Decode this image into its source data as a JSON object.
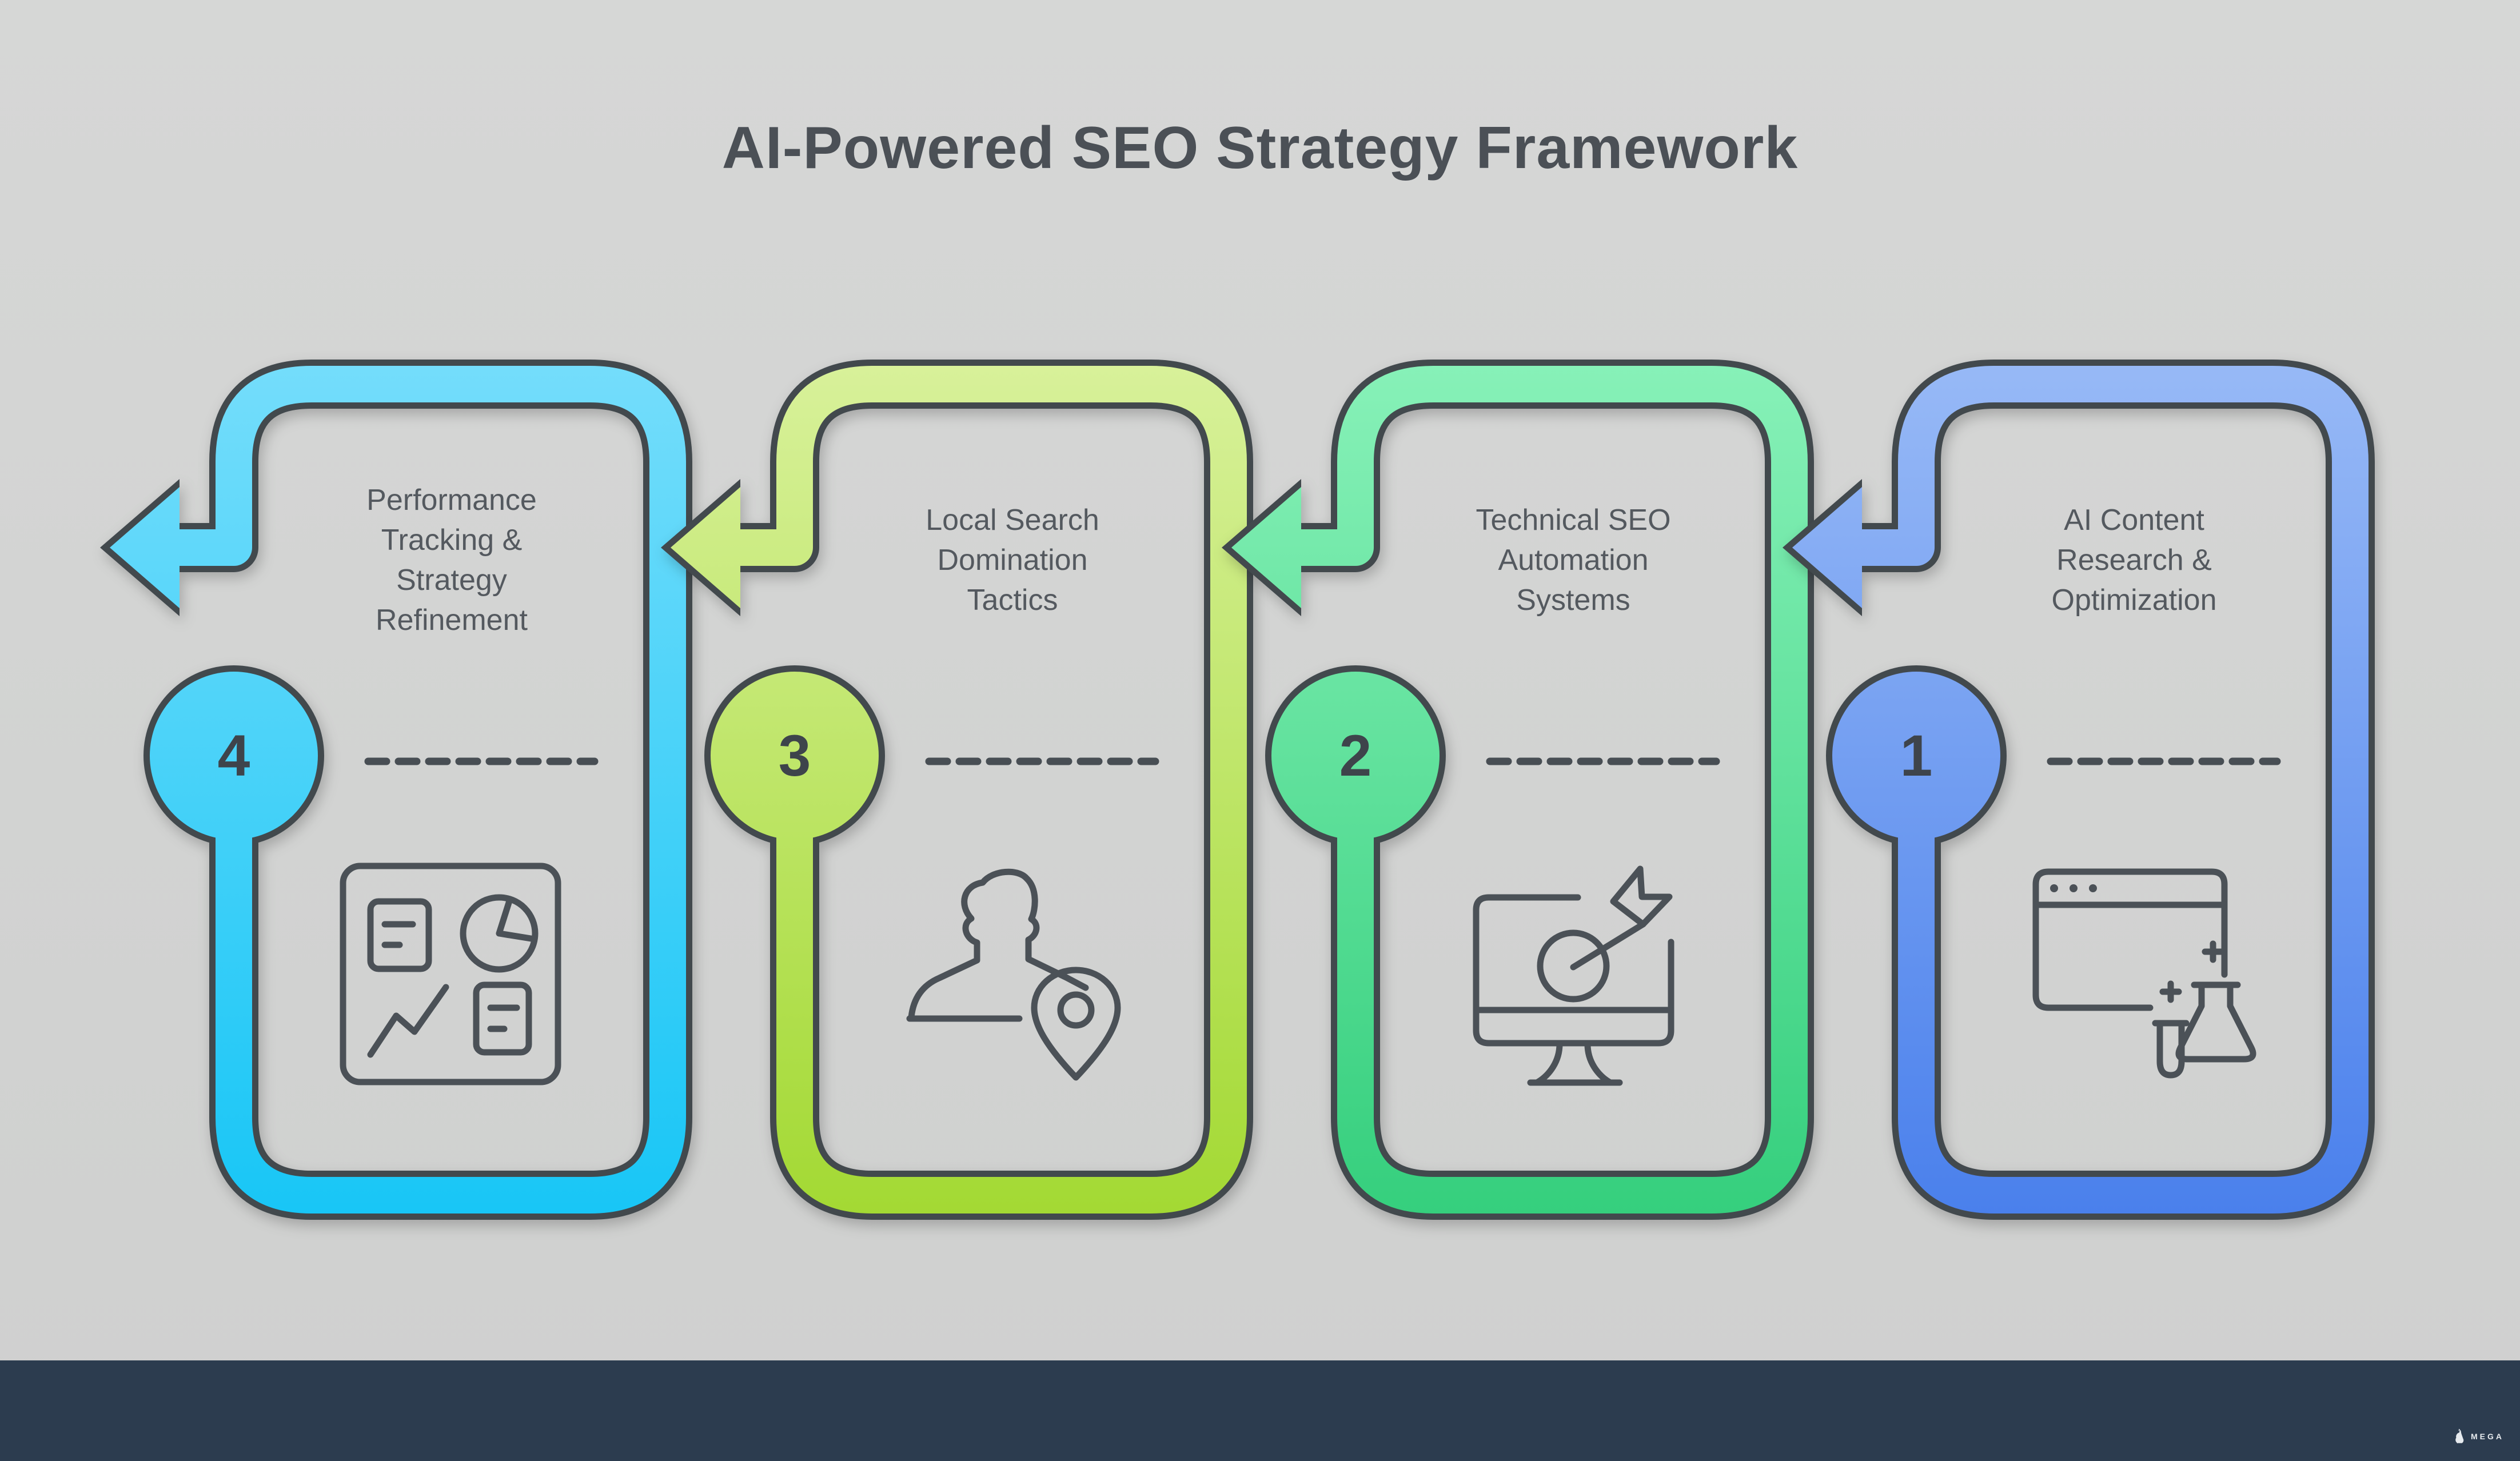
{
  "header": {
    "title": "AI-Powered SEO Strategy Framework"
  },
  "cards": [
    {
      "number": "4",
      "title": "Performance\nTracking &\nStrategy\nRefinement",
      "color_top": "#74ddfb",
      "color_bottom": "#18c6f6",
      "icon": "analytics-dashboard-icon"
    },
    {
      "number": "3",
      "title": "Local Search\nDomination\nTactics",
      "color_top": "#d8f19a",
      "color_bottom": "#a3d933",
      "icon": "person-location-icon"
    },
    {
      "number": "2",
      "title": "Technical SEO\nAutomation\nSystems",
      "color_top": "#87f1b8",
      "color_bottom": "#35cf7d",
      "icon": "monitor-target-icon"
    },
    {
      "number": "1",
      "title": "AI Content\nResearch &\nOptimization",
      "color_top": "#97b9f6",
      "color_bottom": "#4a80ec",
      "icon": "browser-flask-icon"
    }
  ],
  "footer": {
    "brand": "MEGA"
  },
  "colors": {
    "background": "#d3d3d2",
    "outline": "#42484e",
    "heading_text": "#4b5056",
    "card_text": "#54595f",
    "number_text": "#3e444b",
    "dash": "#484e54",
    "icon_stroke": "#4b5157",
    "footer_bg": "#2c3c4f",
    "footer_text": "#e6eaee"
  }
}
